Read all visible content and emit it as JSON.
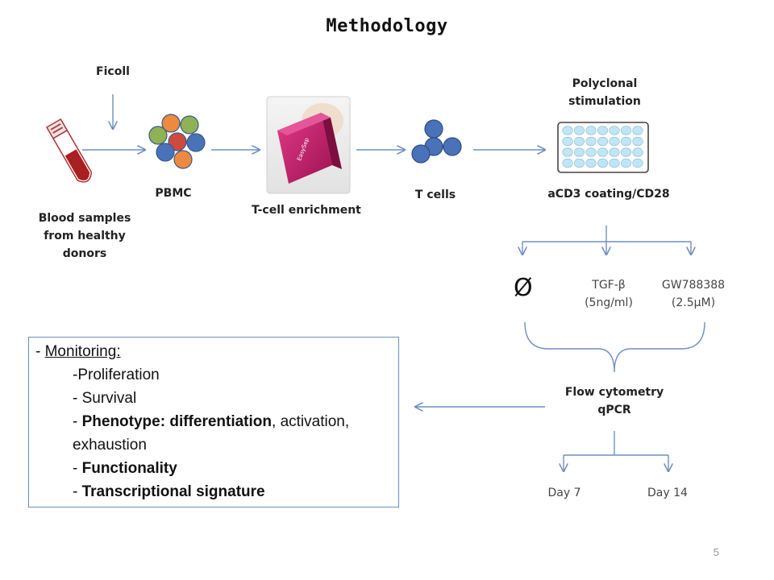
{
  "title": "Methodology",
  "labels": {
    "ficoll": "Ficoll",
    "blood": [
      "Blood samples",
      "from healthy",
      "donors"
    ],
    "pbmc": "PBMC",
    "tcell_enrichment": "T-cell enrichment",
    "tcells": "T cells",
    "polyclonal": [
      "Polyclonal",
      "stimulation"
    ],
    "acd3": "aCD3 coating/CD28",
    "empty_set": "Ø",
    "tgf": [
      "TGF-β",
      "(5ng/ml)"
    ],
    "gw": [
      "GW788388",
      "(2.5µM)"
    ],
    "flow": [
      "Flow cytometry",
      "qPCR"
    ],
    "day7": "Day 7",
    "day14": "Day 14"
  },
  "device_text": "EasySep",
  "monitoring": {
    "dash": "- ",
    "heading": "Monitoring:",
    "proliferation": "-Proliferation",
    "survival": "- Survival",
    "phenotype_prefix": "- ",
    "phenotype_bold": "Phenotype: differentiation",
    "phenotype_rest": ", activation,",
    "phenotype_cont": "exhaustion",
    "functionality_prefix": "- ",
    "functionality": "Functionality",
    "transcriptional_prefix": "- ",
    "transcriptional": "Transcriptional signature"
  },
  "page_number": "5",
  "colors": {
    "arrow": "#6f8fc2",
    "cell_blue": "#4a72b8",
    "cell_orange": "#ed8a3f",
    "cell_green": "#8fb254",
    "cell_red": "#cf4a3e",
    "device_magenta": "#c81e6e",
    "plate_blue": "#bfe6f6",
    "blood_red": "#a8201f",
    "box_border": "#6a8fbf"
  }
}
